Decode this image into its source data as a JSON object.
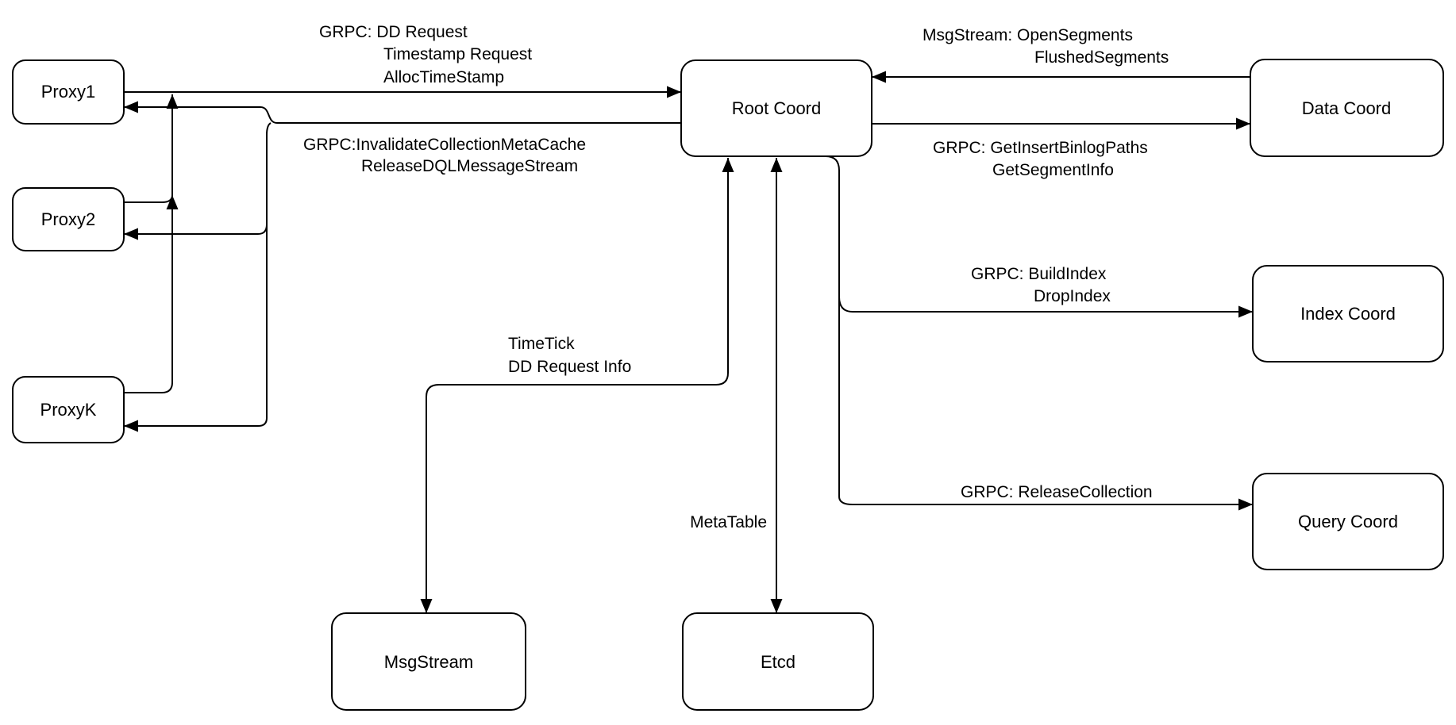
{
  "colors": {
    "background": "#ffffff",
    "stroke": "#000000",
    "text": "#000000"
  },
  "nodes": {
    "proxy1": {
      "label": "Proxy1"
    },
    "proxy2": {
      "label": "Proxy2"
    },
    "proxyk": {
      "label": "ProxyK"
    },
    "root_coord": {
      "label": "Root Coord"
    },
    "data_coord": {
      "label": "Data Coord"
    },
    "index_coord": {
      "label": "Index Coord"
    },
    "query_coord": {
      "label": "Query Coord"
    },
    "msgstream": {
      "label": "MsgStream"
    },
    "etcd": {
      "label": "Etcd"
    }
  },
  "edge_labels": {
    "proxy_to_root": {
      "line1": "GRPC: DD Request",
      "line2": "Timestamp Request",
      "line3": "AllocTimeStamp"
    },
    "root_to_proxies": {
      "line1": "GRPC:InvalidateCollectionMetaCache",
      "line2": "ReleaseDQLMessageStream"
    },
    "data_to_root": {
      "line1": "MsgStream: OpenSegments",
      "line2": "FlushedSegments"
    },
    "root_to_data": {
      "line1": "GRPC: GetInsertBinlogPaths",
      "line2": "GetSegmentInfo"
    },
    "root_to_index": {
      "line1": "GRPC: BuildIndex",
      "line2": "DropIndex"
    },
    "root_to_query": {
      "line1": "GRPC: ReleaseCollection"
    },
    "root_to_msgstream": {
      "line1": "TimeTick",
      "line2": "DD Request Info"
    },
    "root_to_etcd": {
      "line1": "MetaTable"
    }
  }
}
